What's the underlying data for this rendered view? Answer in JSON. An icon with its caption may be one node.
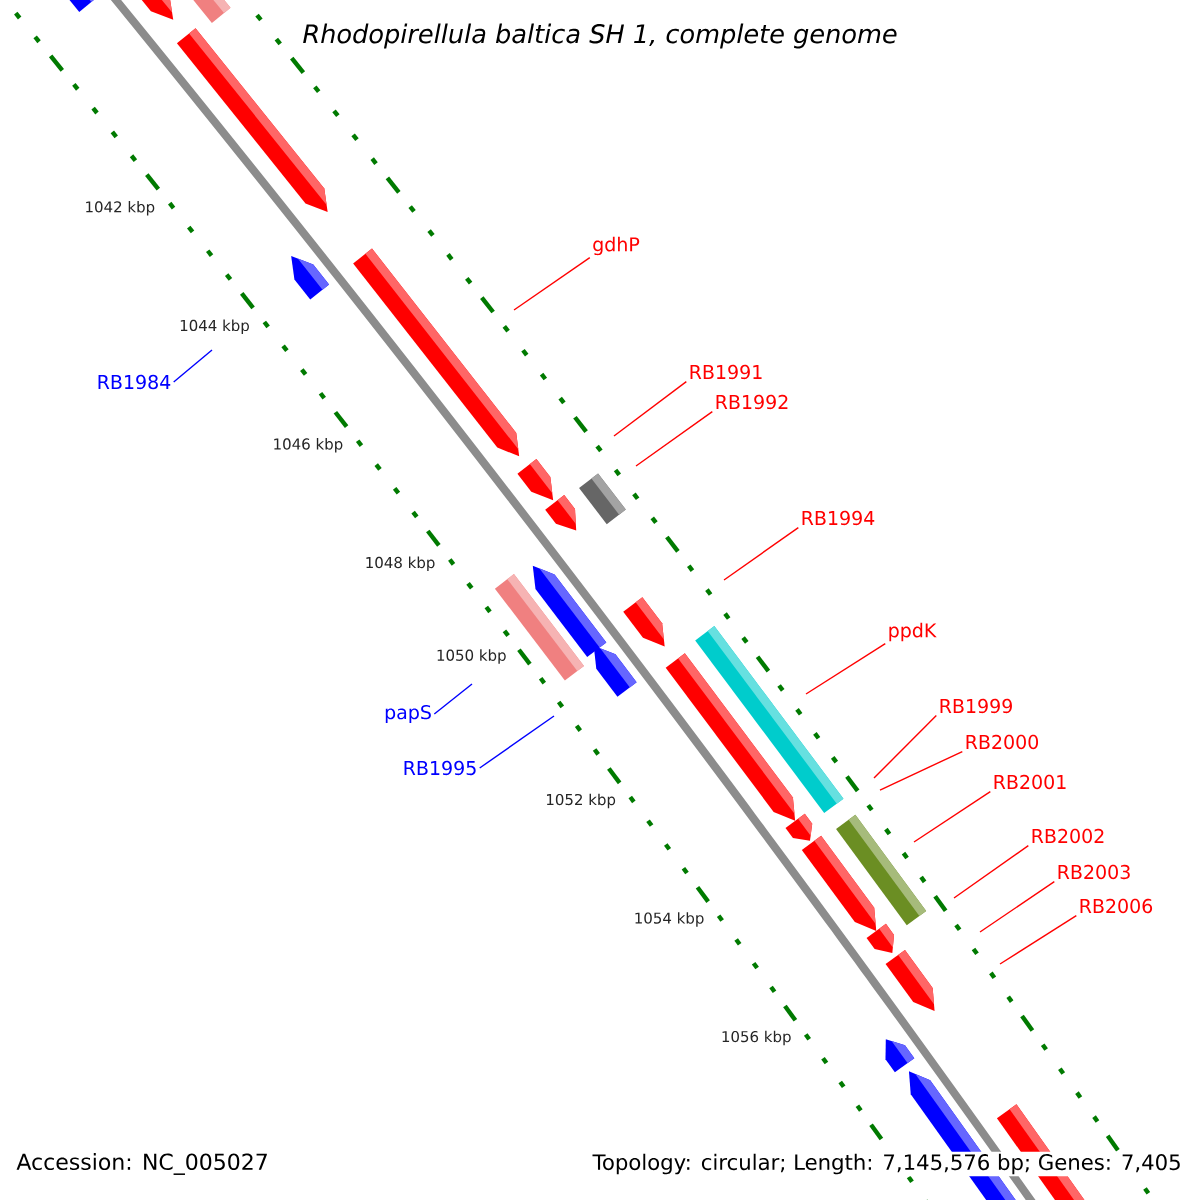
{
  "diagram": {
    "title": "Rhodopirellula baltica SH 1, complete genome",
    "nodes": [
      {
        "text": [
          "gdhP"
        ]
      },
      {
        "text": [
          "RB1991"
        ]
      },
      {
        "text": [
          "RB1984"
        ]
      },
      {
        "text": [
          "RB1992"
        ]
      },
      {
        "text": [
          "RB1994"
        ]
      },
      {
        "text": [
          "ppdK"
        ]
      },
      {
        "text": [
          "RB1999"
        ]
      },
      {
        "text": [
          "papS"
        ]
      },
      {
        "text": [
          "RB2000"
        ]
      },
      {
        "text": [
          "RB1995"
        ]
      },
      {
        "text": [
          "RB2001"
        ]
      },
      {
        "text": [
          "RB2002"
        ]
      },
      {
        "text": [
          "RB2003"
        ]
      },
      {
        "text": [
          "RB2006"
        ]
      }
    ],
    "edges": [
      {
        "from": 0,
        "to": null,
        "arrow": "none"
      },
      {
        "from": 1,
        "to": null,
        "arrow": "none"
      },
      {
        "from": 2,
        "to": null,
        "arrow": "none",
        "color": "#0000ff"
      },
      {
        "from": 3,
        "to": null,
        "arrow": "none"
      },
      {
        "from": 4,
        "to": null,
        "arrow": "none"
      },
      {
        "from": 5,
        "to": null,
        "arrow": "none"
      },
      {
        "from": 6,
        "to": null,
        "arrow": "none"
      },
      {
        "from": 7,
        "to": null,
        "arrow": "none",
        "color": "#0000ff"
      },
      {
        "from": 8,
        "to": null,
        "arrow": "none"
      },
      {
        "from": 9,
        "to": null,
        "arrow": "none",
        "color": "#0000ff"
      },
      {
        "from": 10,
        "to": null,
        "arrow": "none"
      },
      {
        "from": 11,
        "to": null,
        "arrow": "none"
      },
      {
        "from": 12,
        "to": null,
        "arrow": "none"
      },
      {
        "from": 13,
        "to": null,
        "arrow": "none"
      }
    ],
    "labels": [
      "1042 kbp",
      "1044 kbp",
      "1046 kbp",
      "1048 kbp",
      "1050 kbp",
      "1052 kbp",
      "1054 kbp",
      "1056 kbp",
      "Accession: NC_005027",
      "Topology: circular; Length: 7,145,576 bp; Genes: 7,405"
    ]
  }
}
